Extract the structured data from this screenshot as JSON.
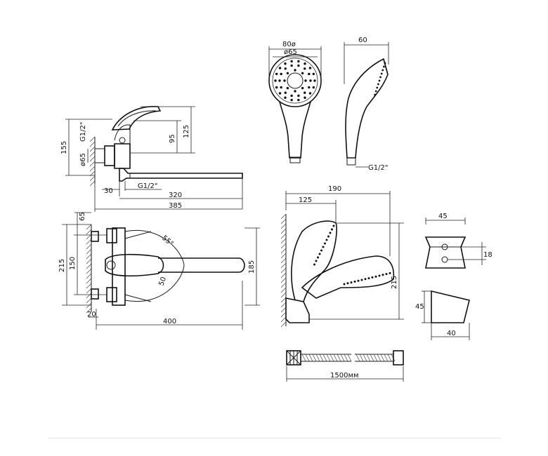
{
  "dimensions": {
    "head_outer_dia": "80ø",
    "head_inner_dia": "ø65",
    "head_depth": "60",
    "hand_thread": "G1/2\"",
    "side_lever_height": "125",
    "side_body_height": "95",
    "side_total_height": "155",
    "side_thread": "G1/2\"",
    "side_flange_dia": "ø65",
    "side_offset": "30",
    "spout_thread": "G1/2\"",
    "spout_reach": "320",
    "total_length": "385",
    "top_flange": "65",
    "top_total_width": "215",
    "top_centers": "150",
    "top_spout_depth": "185",
    "top_bottom_offset": "20",
    "top_length": "400",
    "angle_top": "55°",
    "angle_bottom": "50",
    "holder_reach": "190",
    "holder_offset": "125",
    "holder_height": "215",
    "bracket_width": "45",
    "bracket_hole": "18",
    "bracket_height": "45",
    "bracket_depth": "40",
    "hose_length": "1500мм"
  }
}
